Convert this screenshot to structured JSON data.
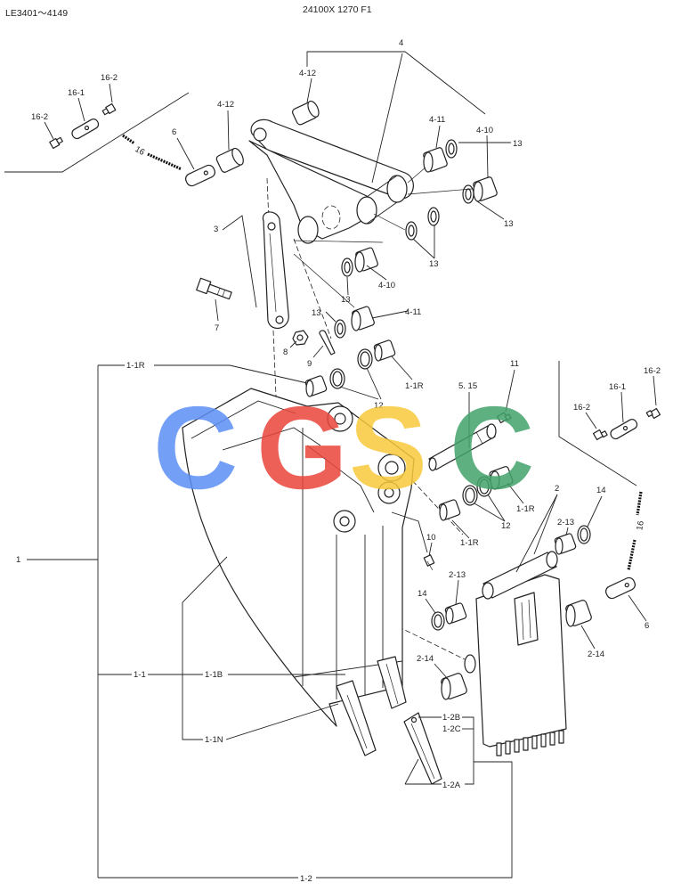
{
  "header": {
    "left": "LE3401～4149",
    "right": "24100X 1270 F1"
  },
  "callouts": [
    "4",
    "4-12",
    "4-11",
    "4-10",
    "13",
    "13",
    "13",
    "16-2",
    "16-1",
    "16-2",
    "16",
    "6",
    "4-12",
    "3",
    "4-10",
    "13",
    "4-11",
    "13",
    "7",
    "8",
    "9",
    "1-1R",
    "1-1R",
    "12",
    "11",
    "5. 15",
    "16-2",
    "16-1",
    "16-2",
    "1",
    "1-1R",
    "12",
    "2",
    "14",
    "2-13",
    "16",
    "10",
    "1-1R",
    "14",
    "2-13",
    "6",
    "2-14",
    "2-14",
    "1-1",
    "1-1B",
    "1-1N",
    "1-2B",
    "1-2C",
    "1-2A",
    "1-2"
  ],
  "watermark": {
    "letters": [
      "C",
      "G",
      "S",
      "C"
    ],
    "colors": [
      "#5b8ff5",
      "#e9453b",
      "#f8c93c",
      "#43a36b"
    ]
  }
}
